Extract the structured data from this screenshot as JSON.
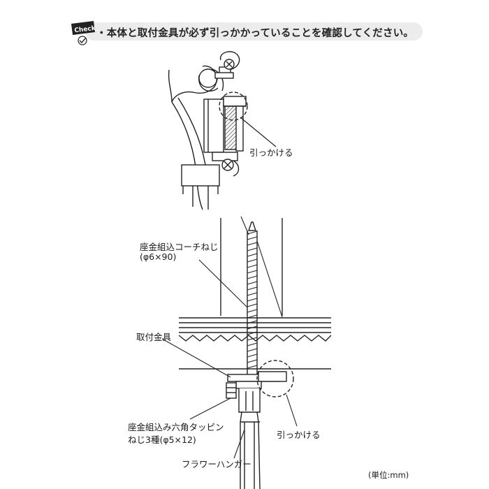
{
  "banner": {
    "badge_text": "Check",
    "instruction": "・本体と取付金具が必ず引っかかっていることを確認してください。"
  },
  "labels": {
    "hook_upper": "引っかける",
    "coach_screw_line1": "座金組込コーチねじ",
    "coach_screw_line2": "(φ6×90)",
    "bracket": "取付金具",
    "tapping_screw_line1": "座金組込み六角タッピン",
    "tapping_screw_line2": "ねじ3種(φ5×12)",
    "hook_lower": "引っかける",
    "flower_hanger": "フラワーハンガー",
    "unit": "(単位:mm)"
  }
}
